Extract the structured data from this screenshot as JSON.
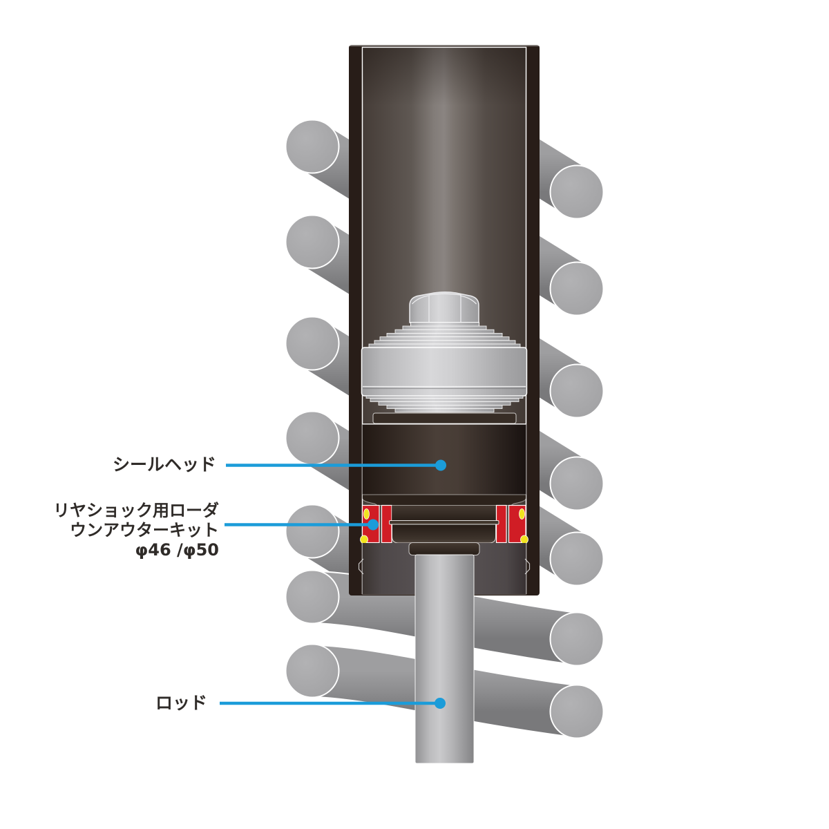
{
  "page": {
    "description": "Cutaway technical diagram of a motorcycle rear shock absorber with coil spring, showing seal head, lowering outer kit and rod with blue callout leader lines",
    "background": "#ffffff"
  },
  "labels": {
    "seal_head": "シールヘッド",
    "kit_line1": "リヤショック用ローダ",
    "kit_line2": "ウンアウターキット",
    "kit_line3": "φ46 /φ50",
    "rod": "ロッド"
  },
  "colors": {
    "callout_blue": "#1b9cd9",
    "kit_red": "#d01d25",
    "oring_yellow": "#f2e41f",
    "tube_wall_dark": "#281d18",
    "spring_gray": "#a8a8aa",
    "spring_bar_gray": "#8d8d8f",
    "metal_light": "#d8d8da",
    "label_text": "#2f2b28"
  }
}
